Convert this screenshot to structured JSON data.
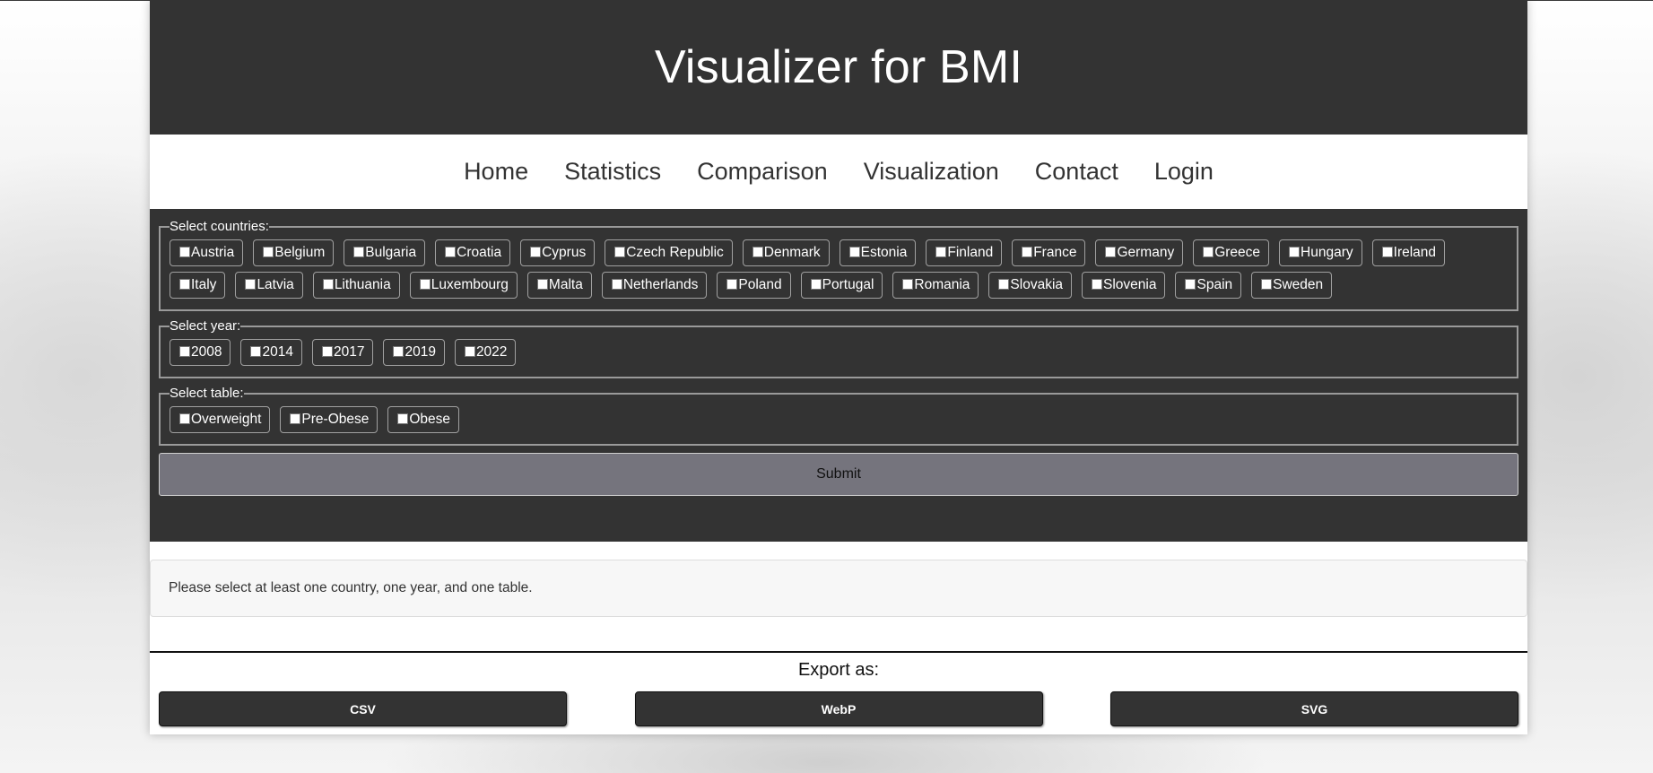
{
  "header": {
    "title": "Visualizer for BMI"
  },
  "nav": [
    "Home",
    "Statistics",
    "Comparison",
    "Visualization",
    "Contact",
    "Login"
  ],
  "countries": {
    "legend": "Select countries:",
    "options": [
      "Austria",
      "Belgium",
      "Bulgaria",
      "Croatia",
      "Cyprus",
      "Czech Republic",
      "Denmark",
      "Estonia",
      "Finland",
      "France",
      "Germany",
      "Greece",
      "Hungary",
      "Ireland",
      "Italy",
      "Latvia",
      "Lithuania",
      "Luxembourg",
      "Malta",
      "Netherlands",
      "Poland",
      "Portugal",
      "Romania",
      "Slovakia",
      "Slovenia",
      "Spain",
      "Sweden"
    ]
  },
  "years": {
    "legend": "Select year:",
    "options": [
      "2008",
      "2014",
      "2017",
      "2019",
      "2022"
    ]
  },
  "tables": {
    "legend": "Select table:",
    "options": [
      "Overweight",
      "Pre-Obese",
      "Obese"
    ]
  },
  "submit_label": "Submit",
  "message": "Please select at least one country, one year, and one table.",
  "export": {
    "title": "Export as:",
    "buttons": [
      "CSV",
      "WebP",
      "SVG"
    ]
  },
  "colors": {
    "header_bg": "#333333",
    "submit_bg": "#75747d",
    "message_bg": "#f7f7f7"
  }
}
